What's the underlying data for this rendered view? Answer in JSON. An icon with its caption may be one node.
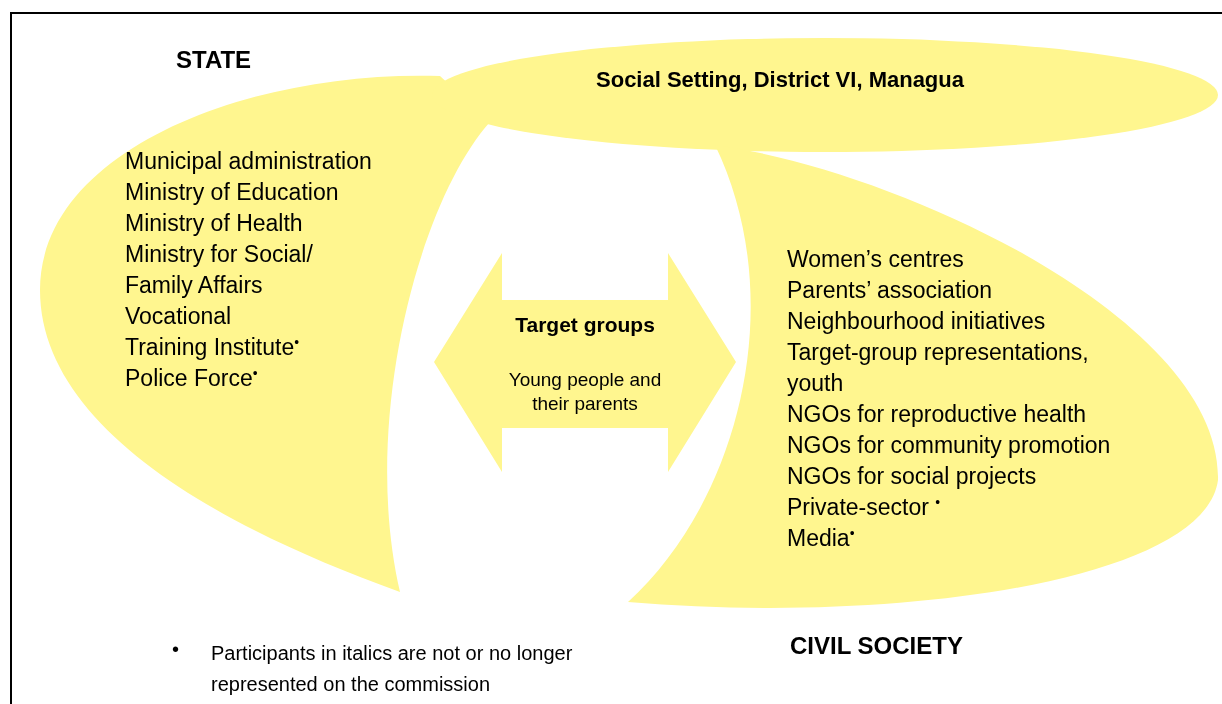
{
  "diagram": {
    "nodes": [
      {
        "text": [
          "STATE",
          "Municipal administration",
          "Ministry of Education",
          "Ministry of Health",
          "Ministry for Social/ Family Affairs",
          "Vocational Training Institute$^{•}$",
          "Police Force$^{•}$"
        ]
      },
      {
        "text": [
          "Social Setting, District VI, Managua"
        ]
      },
      {
        "text": [
          "Women’s centres",
          "Parents’ association",
          "Neighbourhood initiatives",
          "Target-group representations, youth",
          "NGOs for reproductive health",
          "NGOs for community promotion",
          "NGOs for social projects",
          "Private-sector $^{•}$",
          "Media$^{•}$",
          "CIVIL SOCIETY"
        ]
      },
      {
        "text": [
          "Target groups",
          "Young people and their parents"
        ]
      }
    ],
    "labels": [
      "•",
      "Participants in italics are not or no longer represented on the commission"
    ]
  }
}
